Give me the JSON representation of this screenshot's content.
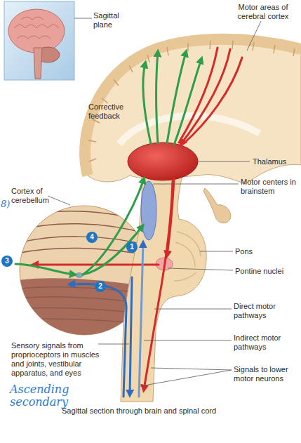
{
  "diagram": {
    "caption": "Sagittal section through brain and spinal cord",
    "nodes": [
      {
        "text": [
          "1"
        ]
      },
      {
        "text": [
          "2"
        ]
      },
      {
        "text": [
          "3"
        ]
      },
      {
        "text": [
          "4"
        ]
      }
    ],
    "labels": [
      "Sagittal plane",
      "Motor areas of cerebral cortex",
      "Corrective feedback",
      "Thalamus",
      "Cortex of cerebellum",
      "8)",
      "Motor centers in brainstem",
      "Pons",
      "Pontine nuclei",
      "Direct motor pathways",
      "Indirect motor pathways",
      "Sensory signals from proprioceptors in muscles and joints, vestibular apparatus, and eyes",
      "Signals to lower motor neurons",
      "Ascending secondary"
    ]
  }
}
